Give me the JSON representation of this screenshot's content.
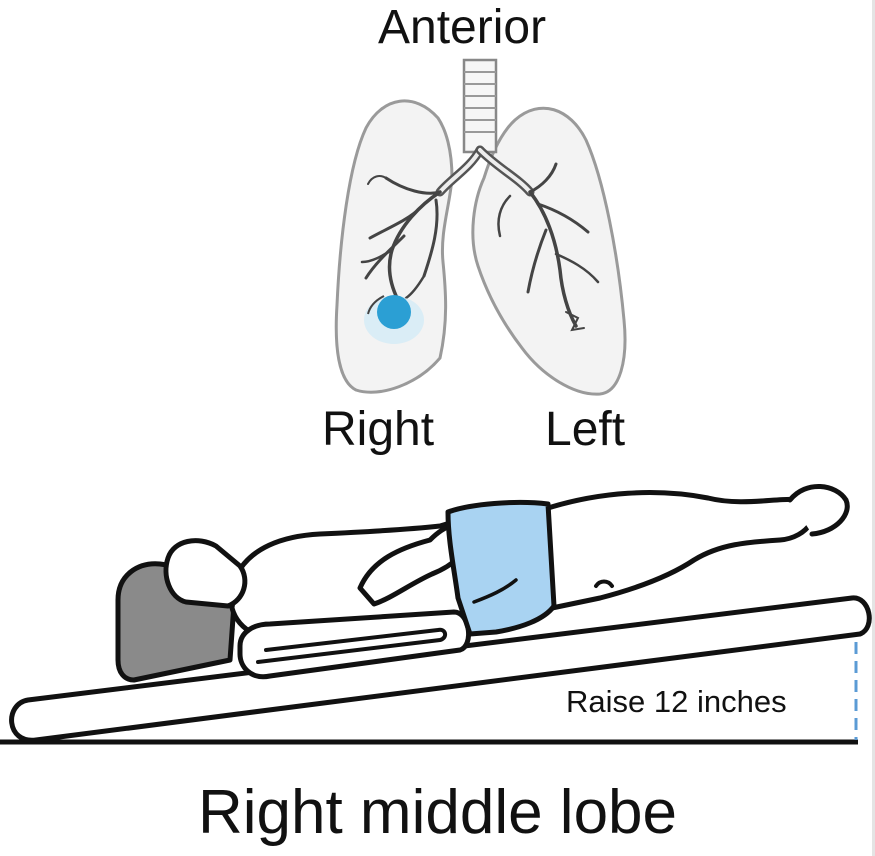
{
  "labels": {
    "top": "Anterior",
    "side_right": "Right",
    "side_left": "Left",
    "raise": "Raise 12 inches",
    "title": "Right middle lobe"
  },
  "colors": {
    "lobe_highlight": "#2b9fd4",
    "patient_shirt": "#a9d3f2",
    "head_pad": "#888888",
    "outline": "#111111",
    "lung_fill": "#f3f3f3",
    "lung_outline": "#9a9a9a",
    "raise_marker": "#5b9bd5"
  },
  "icons": {
    "lungs": "lungs-icon",
    "patient": "reclining-patient-icon",
    "board": "tilt-board-icon"
  }
}
